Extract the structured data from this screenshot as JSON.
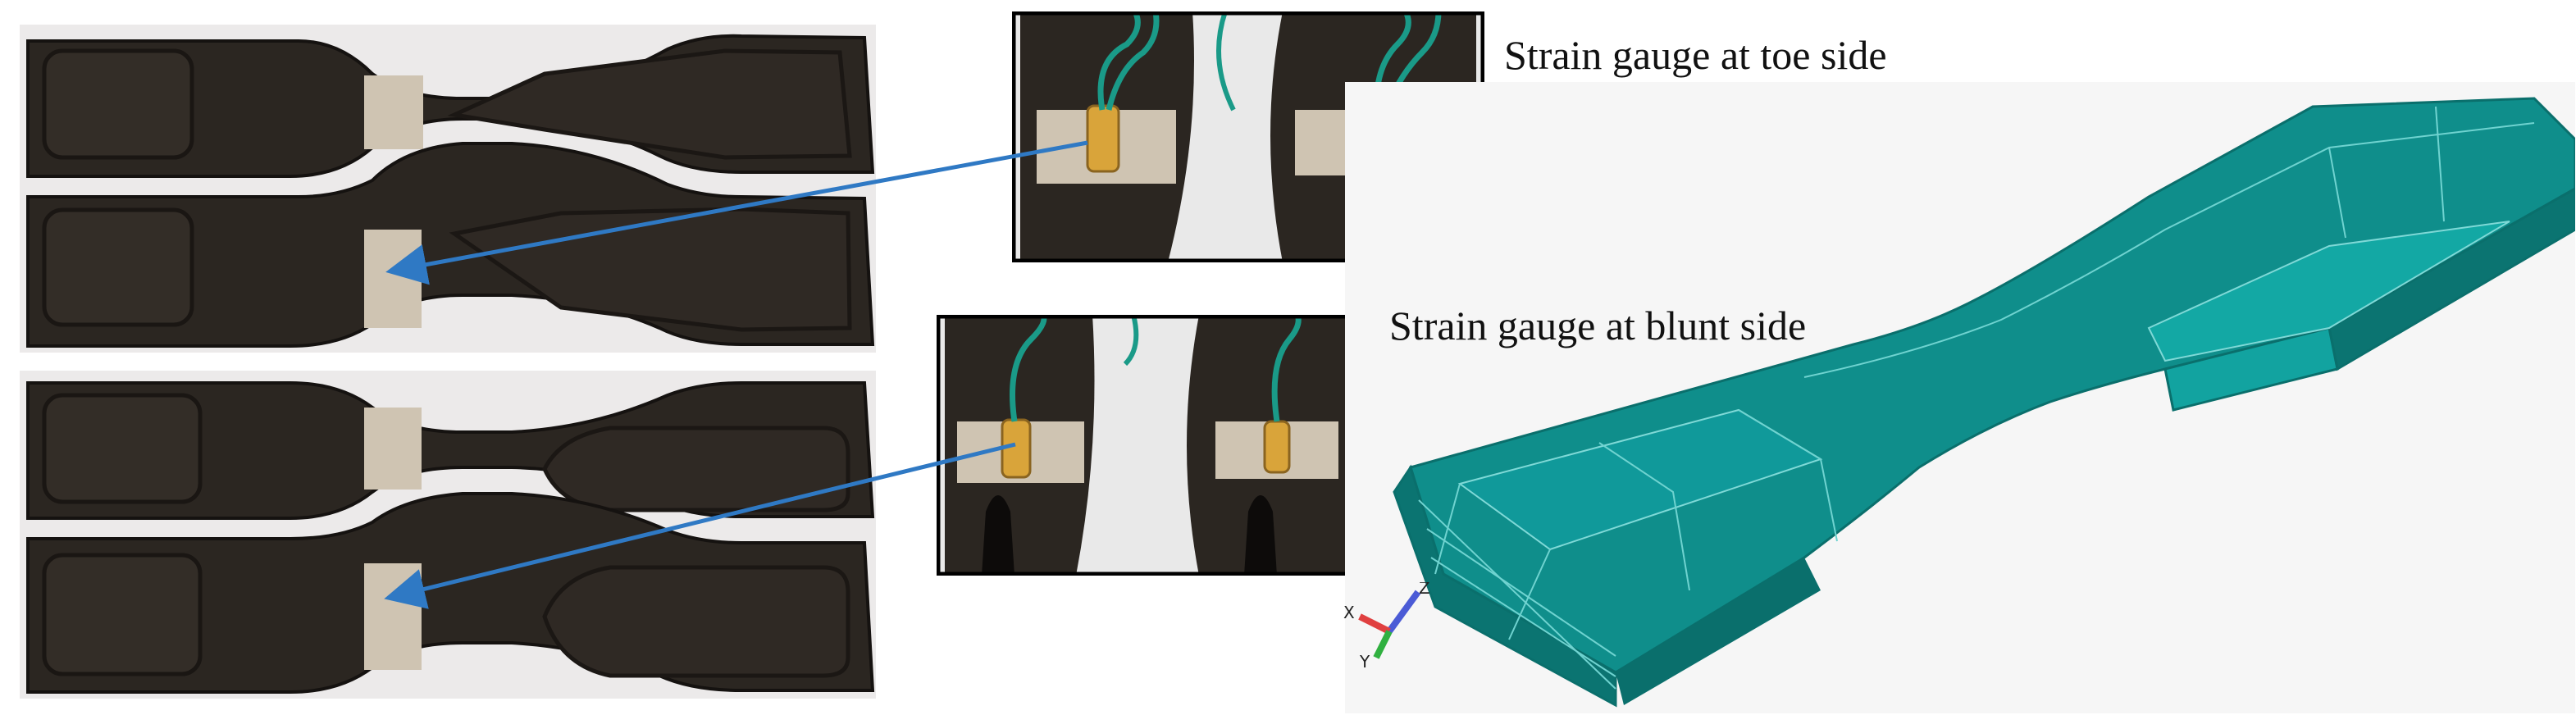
{
  "labels": {
    "toe": "Strain gauge at toe side",
    "blunt": "Strain gauge at blunt side"
  },
  "axis_triad": {
    "x": "X",
    "y": "Y",
    "z": "Z"
  },
  "colors": {
    "specimen": "#2b2621",
    "specimen_edge": "#151210",
    "polished": "#cfc4b2",
    "mesh": "#0f8e8b",
    "mesh_dark": "#0a6f6c",
    "arrow": "#2f79c4",
    "wire": "#1a9a88",
    "gauge": "#d9a43a"
  },
  "icons": [
    "arrow-toe",
    "arrow-blunt",
    "axis-triad-icon"
  ]
}
